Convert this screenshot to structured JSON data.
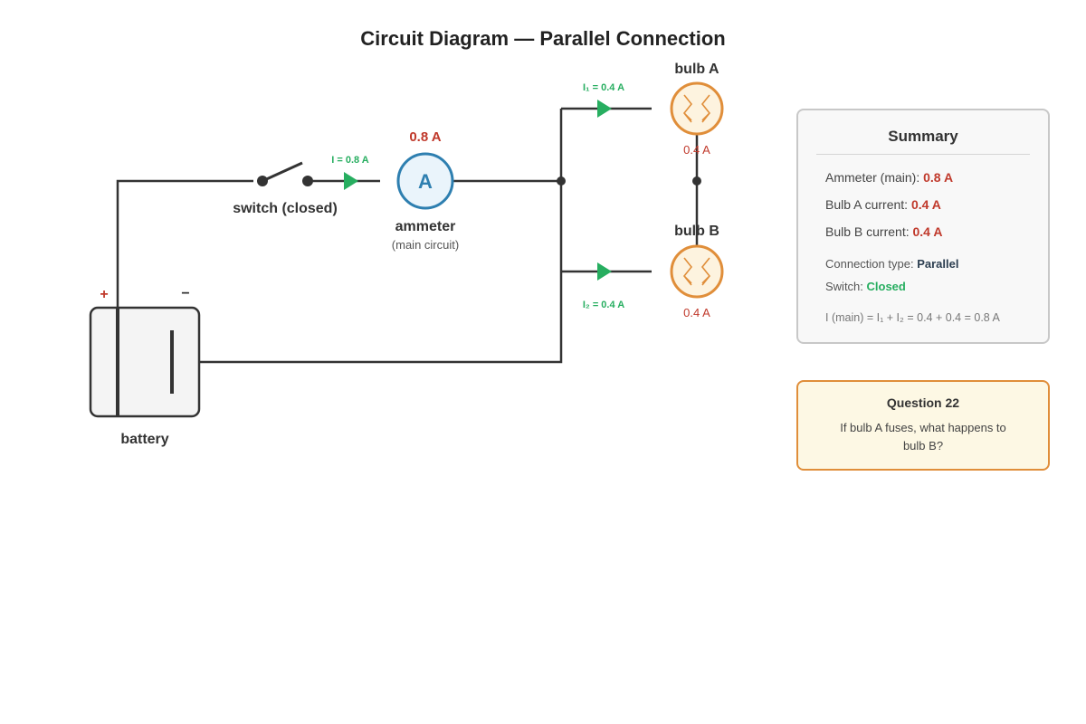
{
  "title": "Circuit Diagram — Parallel Connection",
  "battery": {
    "label": "battery",
    "plus": "+",
    "minus": "−"
  },
  "switch": {
    "label": "switch (closed)"
  },
  "current_main": "I = 0.8 A",
  "current_branch_a": "I₁ = 0.4 A",
  "current_branch_b": "I₂ = 0.4 A",
  "ammeter": {
    "symbol": "A",
    "reading": "0.8 A",
    "label": "ammeter",
    "sublabel": "(main circuit)"
  },
  "bulb_a": {
    "label": "bulb A",
    "reading": "0.4 A"
  },
  "bulb_b": {
    "label": "bulb B",
    "reading": "0.4 A"
  },
  "summary": {
    "title": "Summary",
    "ammeter_label": "Ammeter (main): ",
    "ammeter_value": "0.8 A",
    "bulb_a_label": "Bulb A current: ",
    "bulb_a_value": "0.4 A",
    "bulb_b_label": "Bulb B current: ",
    "bulb_b_value": "0.4 A",
    "connection_label": "Connection type: ",
    "connection_value": "Parallel",
    "switch_label": "Switch: ",
    "switch_value": "Closed",
    "formula": "I (main) = I₁ + I₂ = 0.4 + 0.4 = 0.8 A"
  },
  "question": {
    "title": "Question 22",
    "text": "If bulb A fuses, what happens to bulb B?"
  },
  "colors": {
    "wire": "#333333",
    "current_arrow": "#27ae60",
    "ammeter": "#2e7fb0",
    "bulb": "#e08e3a",
    "reading": "#c0392b"
  }
}
